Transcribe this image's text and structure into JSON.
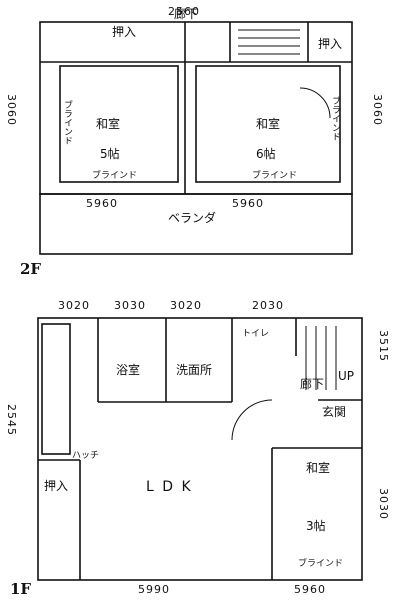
{
  "floors": {
    "second": {
      "label": "2F",
      "dims": {
        "top": "2560",
        "left": "3060",
        "right": "3060",
        "bottom_left": "5960",
        "bottom_right": "5960"
      },
      "rooms": {
        "left_washitsu": "和室",
        "left_size": "5帖",
        "right_washitsu": "和室",
        "right_size": "6帖",
        "corridor": "廊下",
        "closet_left": "押入",
        "closet_right": "押入",
        "veranda": "ベランダ"
      },
      "notes": {
        "blind_left": "ブラインド",
        "blind_right": "ブラインド",
        "blind_bottom_left": "ブラインド",
        "blind_bottom_right": "ブラインド"
      }
    },
    "first": {
      "label": "1F",
      "dims": {
        "top_a": "3020",
        "top_b": "3030",
        "top_c": "3020",
        "top_d": "2030",
        "left": "2545",
        "right_a": "3515",
        "right_b": "3030",
        "bottom_left": "5990",
        "bottom_right": "5960"
      },
      "rooms": {
        "ldk": "L D K",
        "bath": "浴室",
        "washroom": "洗面所",
        "corridor": "廊下",
        "entrance": "玄関",
        "washitsu": "和室",
        "washitsu_size": "3帖",
        "closet": "押入",
        "up": "UP",
        "toilet": "トイレ"
      },
      "notes": {
        "hatch": "ハッチ",
        "blind": "ブラインド"
      }
    }
  }
}
